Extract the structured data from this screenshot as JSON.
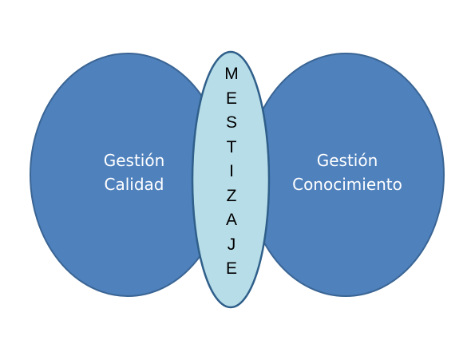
{
  "colors": {
    "circle_fill": "#4f81bd",
    "circle_stroke": "#3a6594",
    "center_fill": "#b7dde8",
    "center_stroke": "#2f5f8a",
    "label_text": "#ffffff",
    "center_text": "#000000"
  },
  "left_circle": {
    "line1": "Gestión",
    "line2": "Calidad"
  },
  "right_circle": {
    "line1": "Gestión",
    "line2": "Conocimiento"
  },
  "center": {
    "word": "MESTIZAJE",
    "letters": [
      "M",
      "E",
      "S",
      "T",
      "I",
      "Z",
      "A",
      "J",
      "E"
    ]
  }
}
